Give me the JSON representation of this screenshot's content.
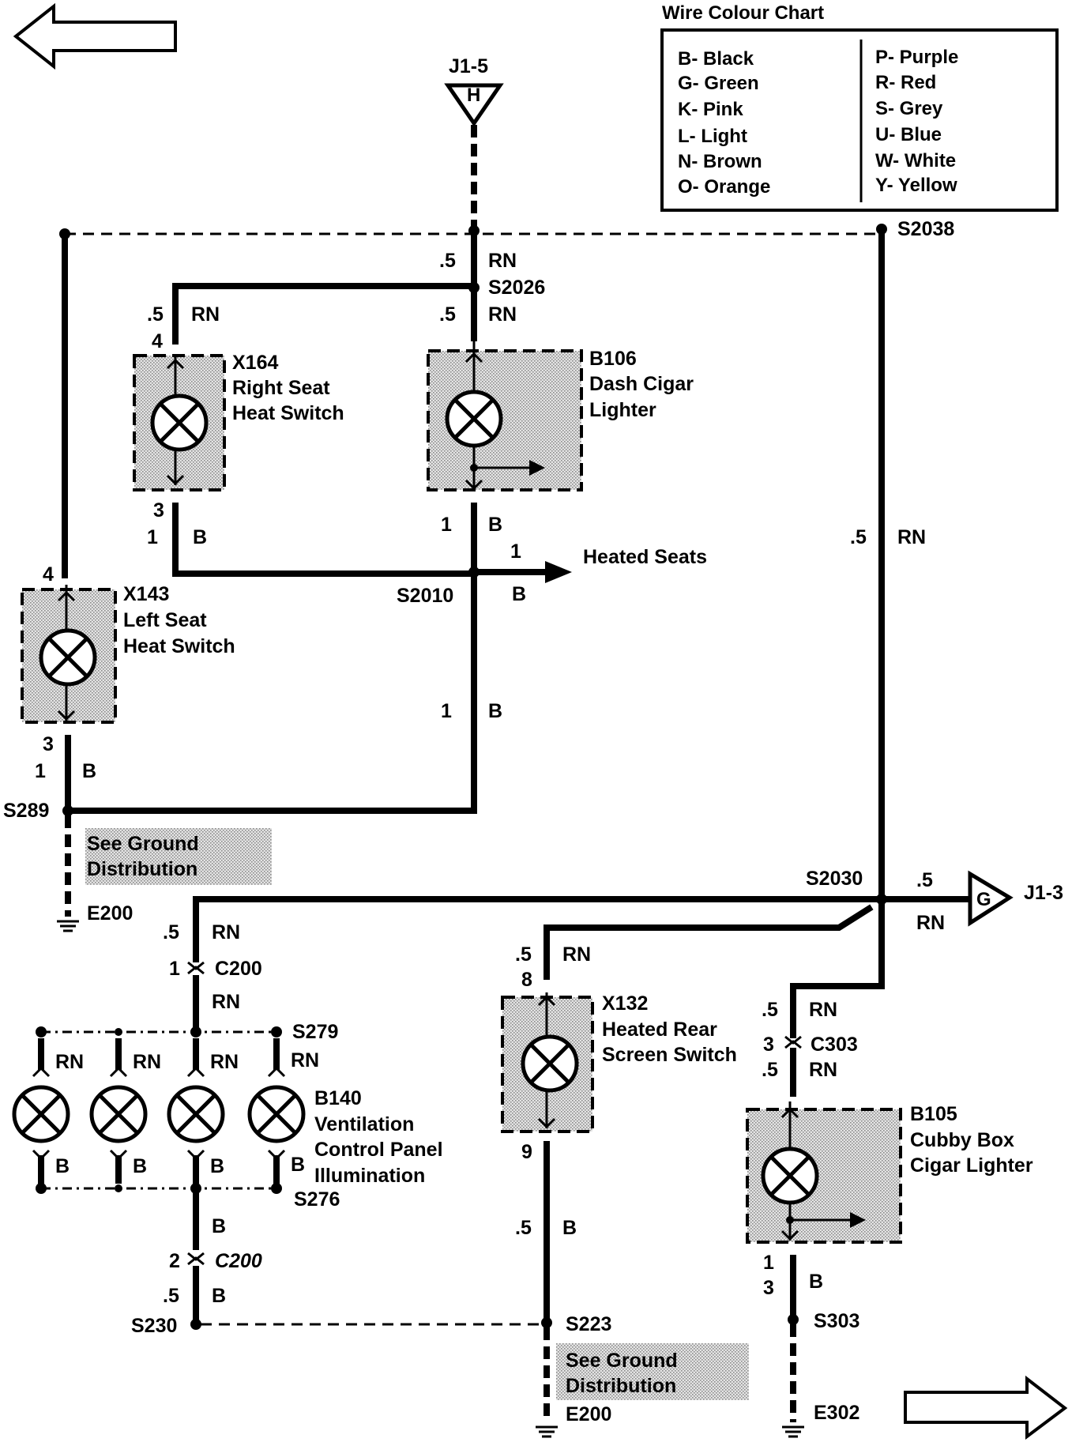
{
  "nav": {
    "back_arrow": "left-arrow",
    "forward_arrow": "right-arrow"
  },
  "legend": {
    "title": "Wire Colour Chart",
    "left": [
      "B- Black",
      "G- Green",
      "K- Pink",
      "L- Light",
      "N- Brown",
      "O- Orange"
    ],
    "right": [
      "P- Purple",
      "R- Red",
      "S- Grey",
      "U- Blue",
      "W- White",
      "Y- Yellow"
    ]
  },
  "connectors": {
    "top": {
      "id": "J1-5",
      "letter": "H"
    },
    "right": {
      "id": "J1-3",
      "letter": "G"
    }
  },
  "splices": {
    "s2038": "S2038",
    "s2026": "S2026",
    "s2010": "S2010",
    "s289": "S289",
    "s2030": "S2030",
    "s279": "S279",
    "s276": "S276",
    "s230": "S230",
    "s223": "S223",
    "s303": "S303"
  },
  "components": {
    "x164": {
      "id": "X164",
      "line1": "Right Seat",
      "line2": "Heat Switch"
    },
    "b106": {
      "id": "B106",
      "line1": "Dash Cigar",
      "line2": "Lighter"
    },
    "x143": {
      "id": "X143",
      "line1": "Left Seat",
      "line2": "Heat Switch"
    },
    "x132": {
      "id": "X132",
      "line1": "Heated Rear",
      "line2": "Screen Switch"
    },
    "b105": {
      "id": "B105",
      "line1": "Cubby Box",
      "line2": "Cigar Lighter"
    },
    "b140": {
      "id": "B140",
      "line1": "Ventilation",
      "line2": "Control Panel",
      "line3": "Illumination"
    }
  },
  "grounds": {
    "e200a": "E200",
    "e200b": "E200",
    "e302": "E302"
  },
  "notes": {
    "ground_line1": "See Ground",
    "ground_line2": "Distribution"
  },
  "heated_seats": "Heated Seats",
  "connector_ids": {
    "c200": "C200",
    "c303": "C303"
  },
  "labels": {
    "size": ".5",
    "rn": "RN",
    "b": "B",
    "p1": "1",
    "p2": "2",
    "p3": "3",
    "p4": "4",
    "p8": "8",
    "p9": "9"
  }
}
